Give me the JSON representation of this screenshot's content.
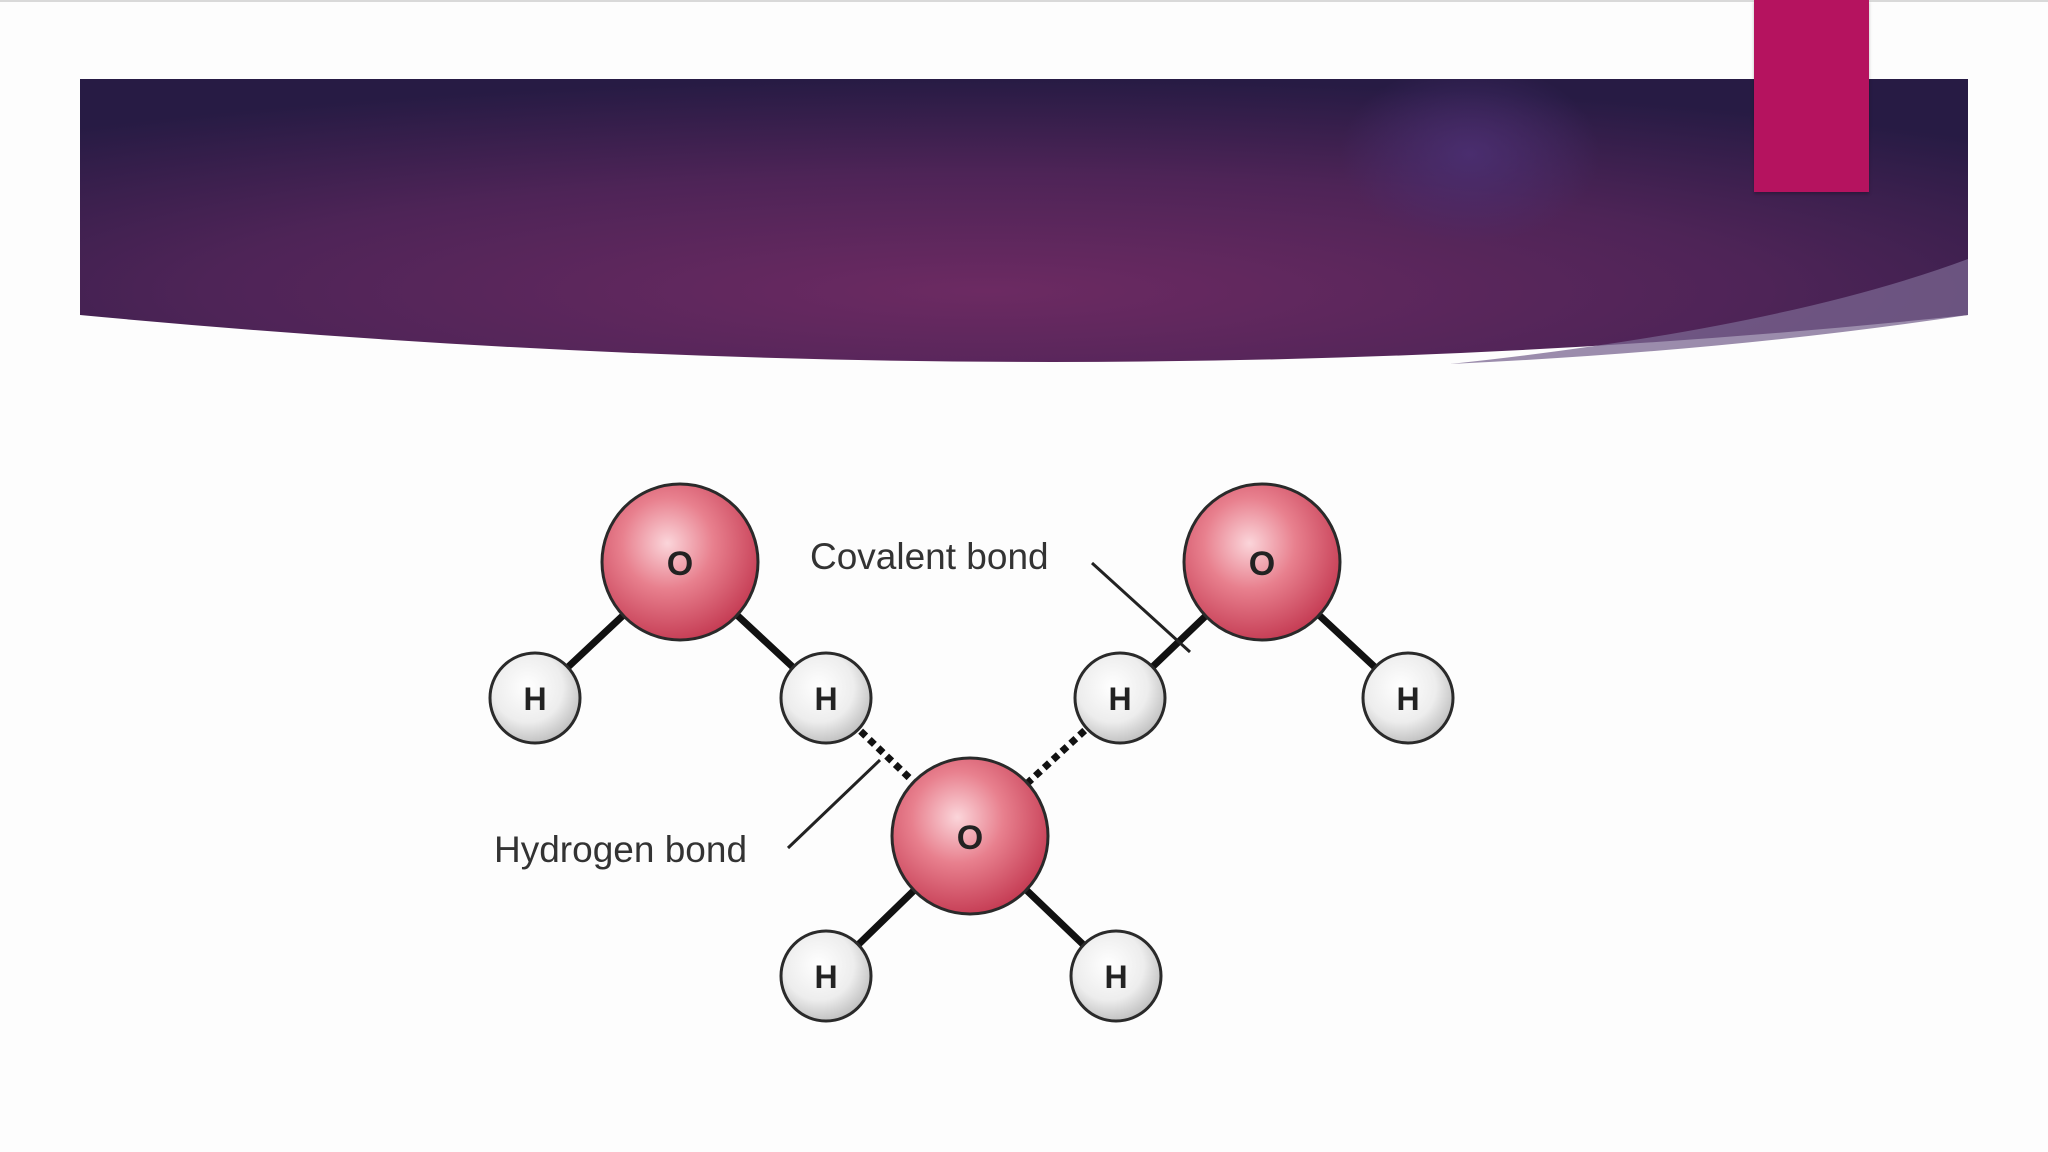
{
  "diagram": {
    "labels": {
      "covalent": "Covalent bond",
      "hydrogen": "Hydrogen bond"
    },
    "atoms": {
      "oxygen": "O",
      "hydrogen": "H"
    }
  },
  "colors": {
    "accent": "#b5135f",
    "banner_dark": "#2a1c45",
    "banner_mid": "#6a2a62",
    "oxygen": "#e06878",
    "hydrogen": "#eeeeee"
  }
}
